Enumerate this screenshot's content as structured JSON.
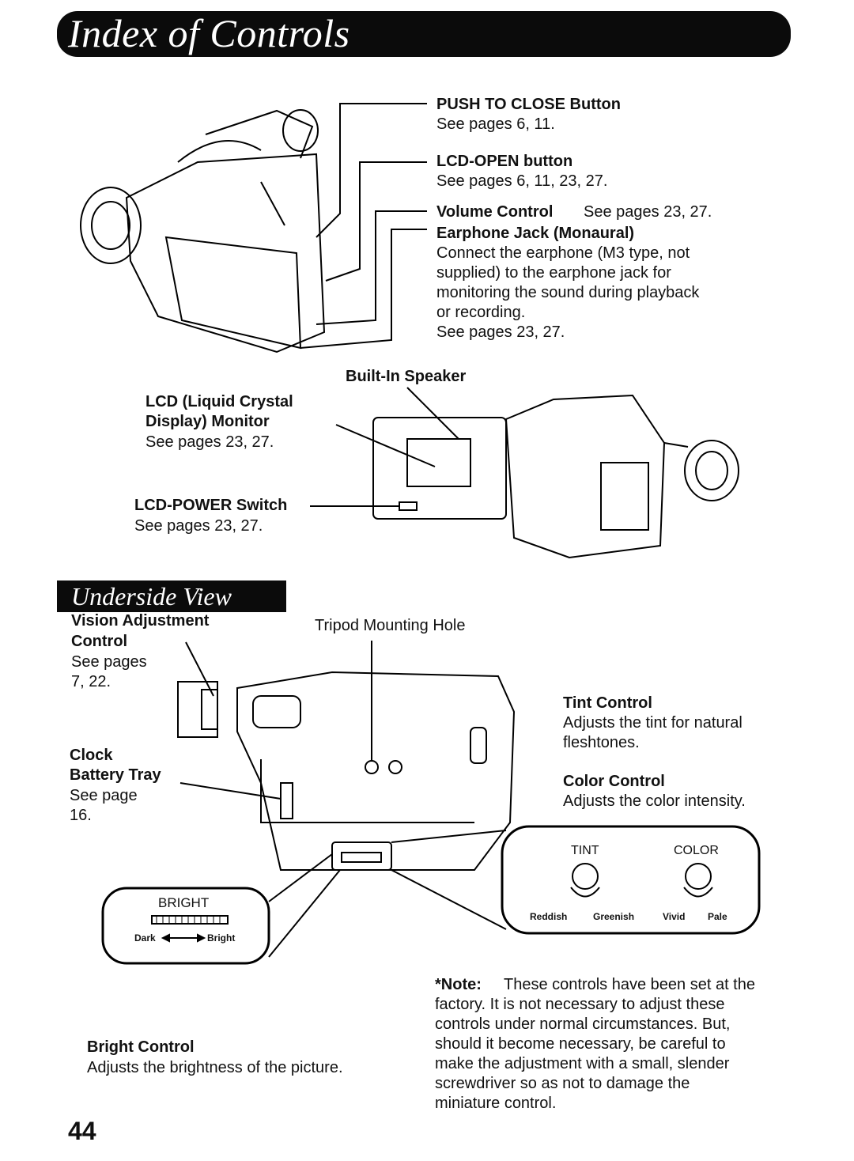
{
  "header": {
    "title": "Index of Controls"
  },
  "top_labels": {
    "push_to_close": {
      "title": "PUSH TO CLOSE Button",
      "pages": "See pages 6, 11."
    },
    "lcd_open": {
      "title": "LCD-OPEN button",
      "pages": "See pages 6, 11, 23, 27."
    },
    "volume": {
      "title": "Volume Control",
      "pages": "See pages 23, 27."
    },
    "earphone": {
      "title": "Earphone Jack (Monaural)",
      "lines": [
        "Connect the earphone (M3 type, not",
        "supplied) to the earphone jack for",
        "monitoring the sound during playback",
        "or recording."
      ],
      "pages": "See pages 23, 27."
    }
  },
  "middle_labels": {
    "speaker": {
      "title": "Built-In Speaker"
    },
    "lcd_monitor": {
      "title_lines": [
        "LCD (Liquid Crystal",
        "Display) Monitor"
      ],
      "pages": "See pages 23, 27."
    },
    "lcd_power": {
      "title": "LCD-POWER Switch",
      "pages": "See pages 23, 27."
    }
  },
  "underside": {
    "title": "Underside View",
    "vision": {
      "title_lines": [
        "Vision Adjustment",
        "Control"
      ],
      "pages_lines": [
        "See pages",
        "7, 22."
      ]
    },
    "tripod": {
      "title": "Tripod Mounting Hole"
    },
    "tint": {
      "title": "Tint Control",
      "lines": [
        "Adjusts the tint for natural",
        "fleshtones."
      ]
    },
    "color": {
      "title": "Color Control",
      "lines": [
        "Adjusts the color intensity."
      ]
    },
    "clock": {
      "title_lines": [
        "Clock",
        "Battery Tray"
      ],
      "pages_lines": [
        "See page",
        "16."
      ]
    },
    "bright_box": {
      "label": "BRIGHT",
      "left": "Dark",
      "right": "Bright"
    },
    "tc_box": {
      "tint_label": "TINT",
      "color_label": "COLOR",
      "tint_left": "Reddish",
      "tint_right": "Greenish",
      "color_left": "Vivid",
      "color_right": "Pale"
    }
  },
  "bright_control": {
    "title": "Bright Control",
    "text": "Adjusts the brightness of the picture."
  },
  "note": {
    "label": "*Note:",
    "lines": [
      "These controls have been set at the",
      "factory. It is not necessary to adjust these",
      "controls under normal circumstances. But,",
      "should it become necessary, be careful to",
      "make the adjustment with a small, slender",
      "screwdriver so as not to damage the",
      "miniature control."
    ]
  },
  "page_number": "44"
}
